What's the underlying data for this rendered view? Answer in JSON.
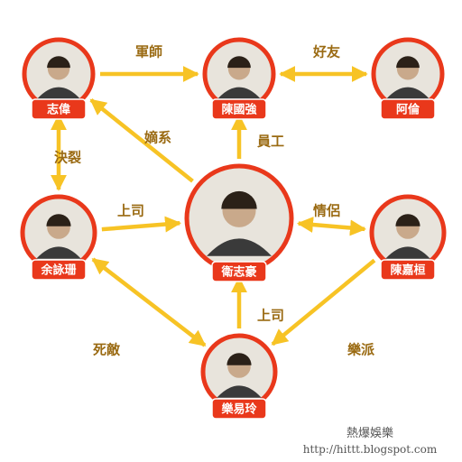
{
  "colors": {
    "arrow": "#f7c325",
    "node_border": "#e9381b",
    "label_bg": "#e9381b",
    "edge_text": "#9a6a12"
  },
  "nodes": [
    {
      "id": "zhiwei",
      "label": "志偉"
    },
    {
      "id": "chenguoqiang",
      "label": "陳國強"
    },
    {
      "id": "alun",
      "label": "阿倫"
    },
    {
      "id": "yuyongshan",
      "label": "余詠珊"
    },
    {
      "id": "weizhihao",
      "label": "衛志豪"
    },
    {
      "id": "chenjiahuan",
      "label": "陳嘉桓"
    },
    {
      "id": "leyiling",
      "label": "樂易玲"
    }
  ],
  "edges": [
    {
      "from": "zhiwei",
      "to": "chenguoqiang",
      "label": "軍師",
      "direction": "forward"
    },
    {
      "from": "chenguoqiang",
      "to": "alun",
      "label": "好友",
      "direction": "both"
    },
    {
      "from": "zhiwei",
      "to": "yuyongshan",
      "label": "決裂",
      "direction": "both"
    },
    {
      "from": "weizhihao",
      "to": "zhiwei",
      "label": "嫡系",
      "direction": "forward"
    },
    {
      "from": "weizhihao",
      "to": "chenguoqiang",
      "label": "員工",
      "direction": "forward"
    },
    {
      "from": "yuyongshan",
      "to": "weizhihao",
      "label": "上司",
      "direction": "forward"
    },
    {
      "from": "weizhihao",
      "to": "chenjiahuan",
      "label": "情侶",
      "direction": "both"
    },
    {
      "from": "leyiling",
      "to": "weizhihao",
      "label": "上司",
      "direction": "forward"
    },
    {
      "from": "yuyongshan",
      "to": "leyiling",
      "label": "死敵",
      "direction": "both"
    },
    {
      "from": "chenjiahuan",
      "to": "leyiling",
      "label": "樂派",
      "direction": "forward"
    }
  ],
  "watermark": {
    "line1": "熱爆娛樂",
    "line2": "http://hittt.blogspot.com"
  }
}
